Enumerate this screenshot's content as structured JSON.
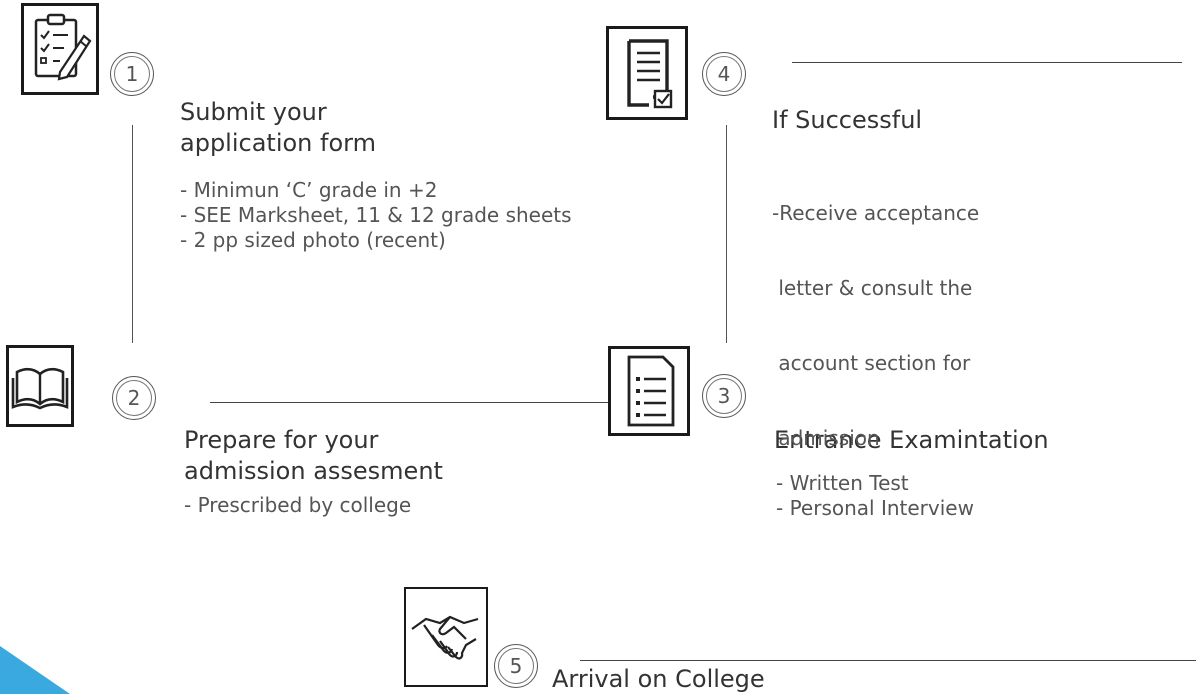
{
  "steps": [
    {
      "number": "1",
      "icon": "checklist-pencil-icon",
      "title_lines": [
        "Submit your",
        "application form"
      ],
      "details": [
        "- Minimun ‘C’ grade in +2",
        "- SEE Marksheet, 11 & 12 grade sheets",
        "- 2 pp sized photo (recent)"
      ]
    },
    {
      "number": "2",
      "icon": "open-book-icon",
      "title_lines": [
        "Prepare for your",
        "admission assesment"
      ],
      "details": [
        "- Prescribed by college"
      ]
    },
    {
      "number": "3",
      "icon": "document-list-icon",
      "title_lines": [
        "Entrance Examintation"
      ],
      "details": [
        "- Written Test",
        "- Personal Interview"
      ]
    },
    {
      "number": "4",
      "icon": "document-check-icon",
      "title_lines": [
        "If Successful"
      ],
      "details": [
        "-Receive acceptance",
        " letter & consult the",
        " account section for",
        " admission"
      ]
    },
    {
      "number": "5",
      "icon": "handshake-icon",
      "title_lines": [
        "Arrival on College"
      ],
      "details": []
    }
  ],
  "colors": {
    "accent_corner": "#3aa9e0",
    "line": "#444444",
    "text": "#333333"
  }
}
